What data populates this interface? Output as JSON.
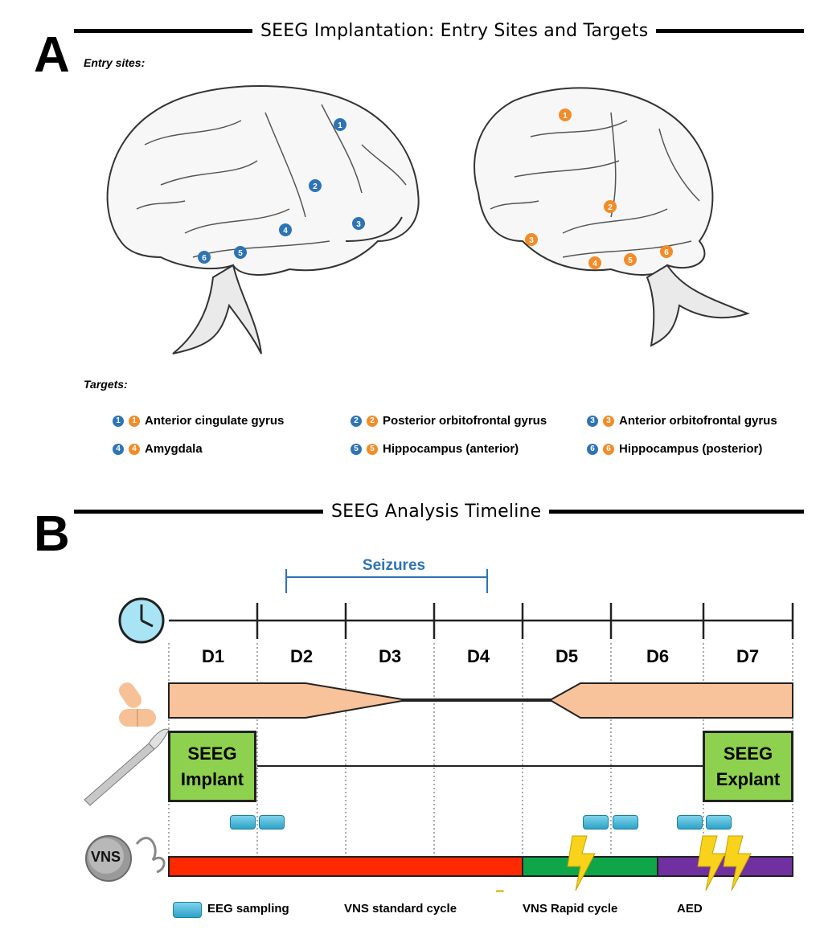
{
  "panel_a": {
    "letter": "A",
    "title": "SEEG Implantation: Entry Sites and Targets",
    "entry_label": "Entry sites:",
    "targets_label": "Targets:",
    "targets": [
      {
        "num": "1",
        "name": "Anterior cingulate gyrus"
      },
      {
        "num": "2",
        "name": "Posterior orbitofrontal gyrus"
      },
      {
        "num": "3",
        "name": "Anterior orbitofrontal gyrus"
      },
      {
        "num": "4",
        "name": "Amygdala"
      },
      {
        "num": "5",
        "name": "Hippocampus (anterior)"
      },
      {
        "num": "6",
        "name": "Hippocampus (posterior)"
      }
    ],
    "left_brain_markers": [
      "1",
      "2",
      "3",
      "4",
      "5",
      "6"
    ],
    "right_brain_markers": [
      "1",
      "2",
      "3",
      "4",
      "5",
      "6"
    ],
    "colors": {
      "left": "#2e74b5",
      "right": "#f28c28"
    }
  },
  "panel_b": {
    "letter": "B",
    "title": "SEEG Analysis Timeline",
    "seizures_label": "Seizures",
    "days": [
      "D1",
      "D2",
      "D3",
      "D4",
      "D5",
      "D6",
      "D7"
    ],
    "implant": {
      "line1": "SEEG",
      "line2": "Implant"
    },
    "explant": {
      "line1": "SEEG",
      "line2": "Explant"
    },
    "vns_label": "VNS",
    "vns_bar_colors": [
      "#ff2a00",
      "#0fa64a",
      "#7030a0"
    ],
    "legend": {
      "eeg": "EEG sampling",
      "vns_standard": "VNS standard cycle",
      "vns_rapid": "VNS Rapid cycle",
      "aed": "AED"
    }
  }
}
